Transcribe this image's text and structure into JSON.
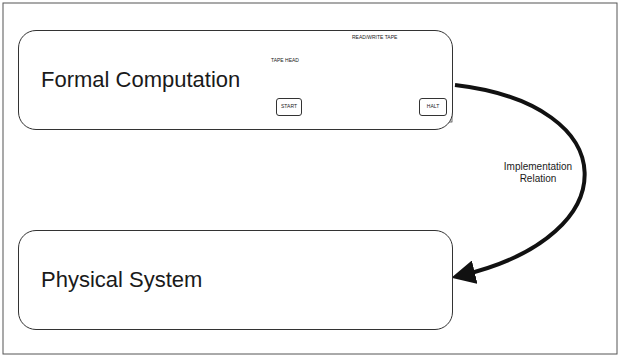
{
  "diagram": {
    "nodes": [
      {
        "text": [
          "Formal Computation"
        ]
      },
      {
        "text": [
          "Physical System"
        ]
      },
      {
        "text": [
          "START"
        ],
        "in": 0
      },
      {
        "text": [
          "HALT"
        ],
        "in": 0
      }
    ],
    "edges": [
      {
        "from": 0,
        "to": 1,
        "arrow": "to",
        "label": "Implementation Relation"
      }
    ],
    "labels": [
      "READ/WRITE TAPE",
      "TAPE HEAD"
    ]
  }
}
